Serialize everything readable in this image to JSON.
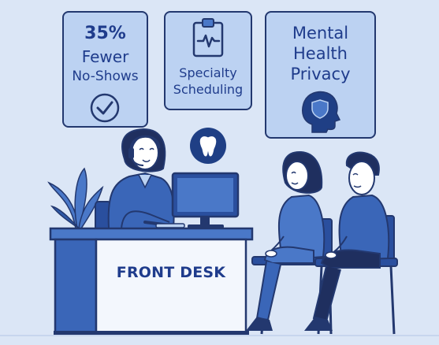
{
  "cards": {
    "no_shows": {
      "line1": "35%",
      "line2": "Fewer",
      "line3": "No-Shows"
    },
    "specialty": {
      "line1": "Specialty",
      "line2": "Scheduling"
    },
    "mental": {
      "line1": "Mental",
      "line2": "Health",
      "line3": "Privacy"
    }
  },
  "desk": {
    "label": "FRONT DESK"
  },
  "icons": [
    "checkmark-icon",
    "clipboard-heartbeat-icon",
    "head-shield-icon",
    "tooth-icon"
  ],
  "colors": {
    "background": "#dbe6f6",
    "card_fill": "#bcd2f2",
    "outline": "#23386f",
    "text": "#1f3c8c",
    "accent": "#4a78c8"
  }
}
